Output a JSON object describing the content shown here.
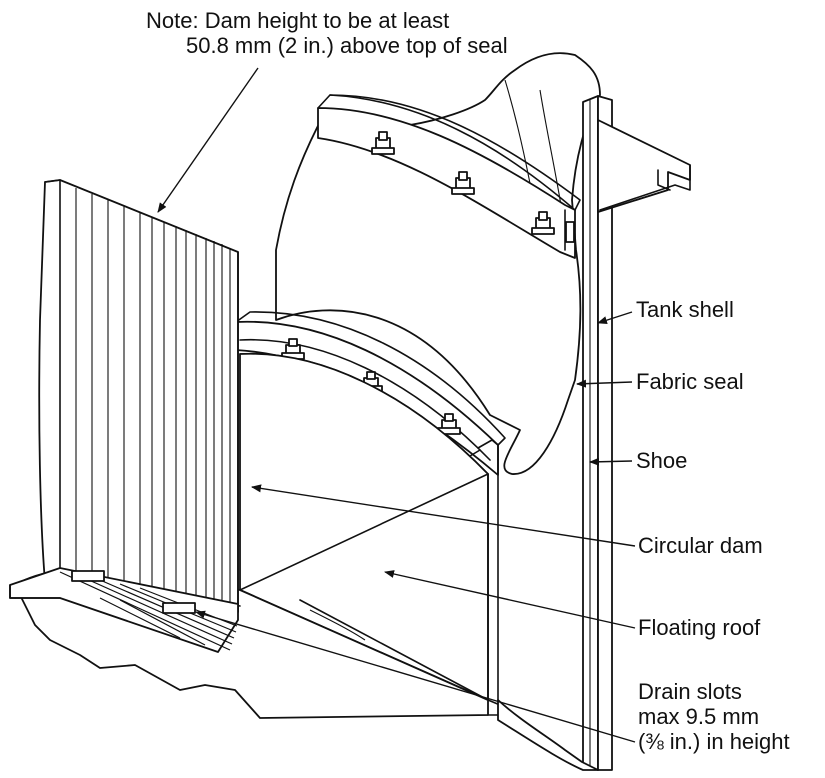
{
  "note": {
    "line1": "Note: Dam height to be at least",
    "line2": "50.8 mm (2 in.) above top of seal"
  },
  "labels": {
    "tank_shell": "Tank shell",
    "fabric_seal": "Fabric seal",
    "shoe": "Shoe",
    "circular_dam": "Circular dam",
    "floating_roof": "Floating roof",
    "drain_slots_1": "Drain slots",
    "drain_slots_2": "max 9.5 mm",
    "drain_slots_3": "(⅜ in.) in height"
  },
  "colors": {
    "ink": "#111111",
    "paper": "#ffffff"
  }
}
